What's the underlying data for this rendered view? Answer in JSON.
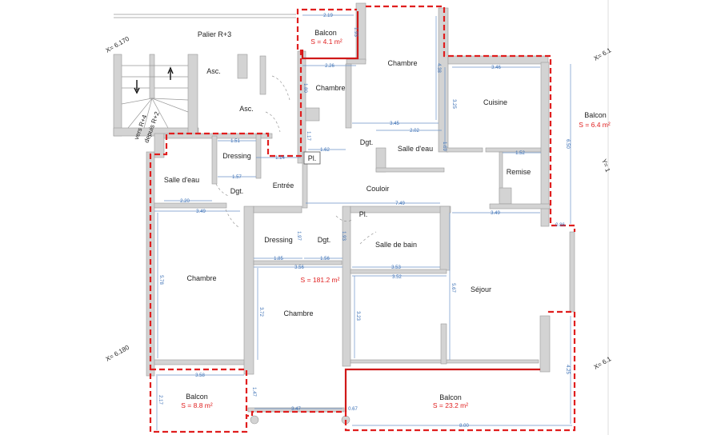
{
  "rooms": {
    "palier": "Palier R+3",
    "balcon_n": "Balcon",
    "balcon_n_area": "S = 4.1 m²",
    "chambre_ne": "Chambre",
    "asc1": "Asc.",
    "asc2": "Asc.",
    "chambre_n": "Chambre",
    "cuisine": "Cuisine",
    "balcon_e": "Balcon",
    "balcon_e_area": "S = 6.4 m²",
    "dressing_n": "Dressing",
    "dgt_n": "Dgt.",
    "salle_eau_n": "Salle d'eau",
    "salle_eau_w": "Salle d'eau",
    "dgt_w": "Dgt.",
    "entree": "Entrée",
    "couloir": "Couloir",
    "remise": "Remise",
    "pl1": "Pl.",
    "pl2": "Pl.",
    "dressing_s": "Dressing",
    "dgt_s": "Dgt.",
    "salle_bain": "Salle de bain",
    "chambre_w": "Chambre",
    "total_area": "S = 181.2 m²",
    "chambre_s": "Chambre",
    "sejour": "Séjour",
    "balcon_sw": "Balcon",
    "balcon_sw_area": "S = 8.8 m²",
    "balcon_s": "Balcon",
    "balcon_s_area": "S = 23.2 m²",
    "stairs_up": "vers R+4",
    "stairs_down": "depuis R+2"
  },
  "coords": {
    "nw": "X= 6.170",
    "sw": "X= 6.180",
    "ne": "X= 6.1",
    "se": "X= 6.1",
    "e": "Y= 1"
  },
  "dims": {
    "d219": "2.19",
    "d193": "1.93",
    "d226": "2.26",
    "d180": "1.80",
    "d438": "4.38",
    "d346": "3.46",
    "d325": "3.25",
    "d345": "3.45",
    "d202": "2.02",
    "d117": "1.17",
    "d162": "1.62",
    "d169": "1.69",
    "d151": "1.51",
    "d157": "1.57",
    "d114": "1.14",
    "d650": "6.50",
    "d152": "1.52",
    "d220": "2.20",
    "d349a": "3.49",
    "d749": "7.49",
    "d349b": "3.49",
    "d086": "0.86",
    "d185": "1.85",
    "d156": "1.56",
    "d356": "3.56",
    "d353": "3.53",
    "d352": "3.52",
    "d578": "5.78",
    "d372": "3.72",
    "d323": "3.23",
    "d567": "5.67",
    "d358": "3.58",
    "d217": "2.17",
    "d147": "1.47",
    "d347": "3.47",
    "d067": "0.67",
    "d800": "8.00",
    "d425": "4.25",
    "d197": "1.97",
    "d193b": "1.93"
  },
  "colors": {
    "wall": "#d3d3d3",
    "boundary": "#e01e1e",
    "dimension": "#3a6fb5"
  }
}
